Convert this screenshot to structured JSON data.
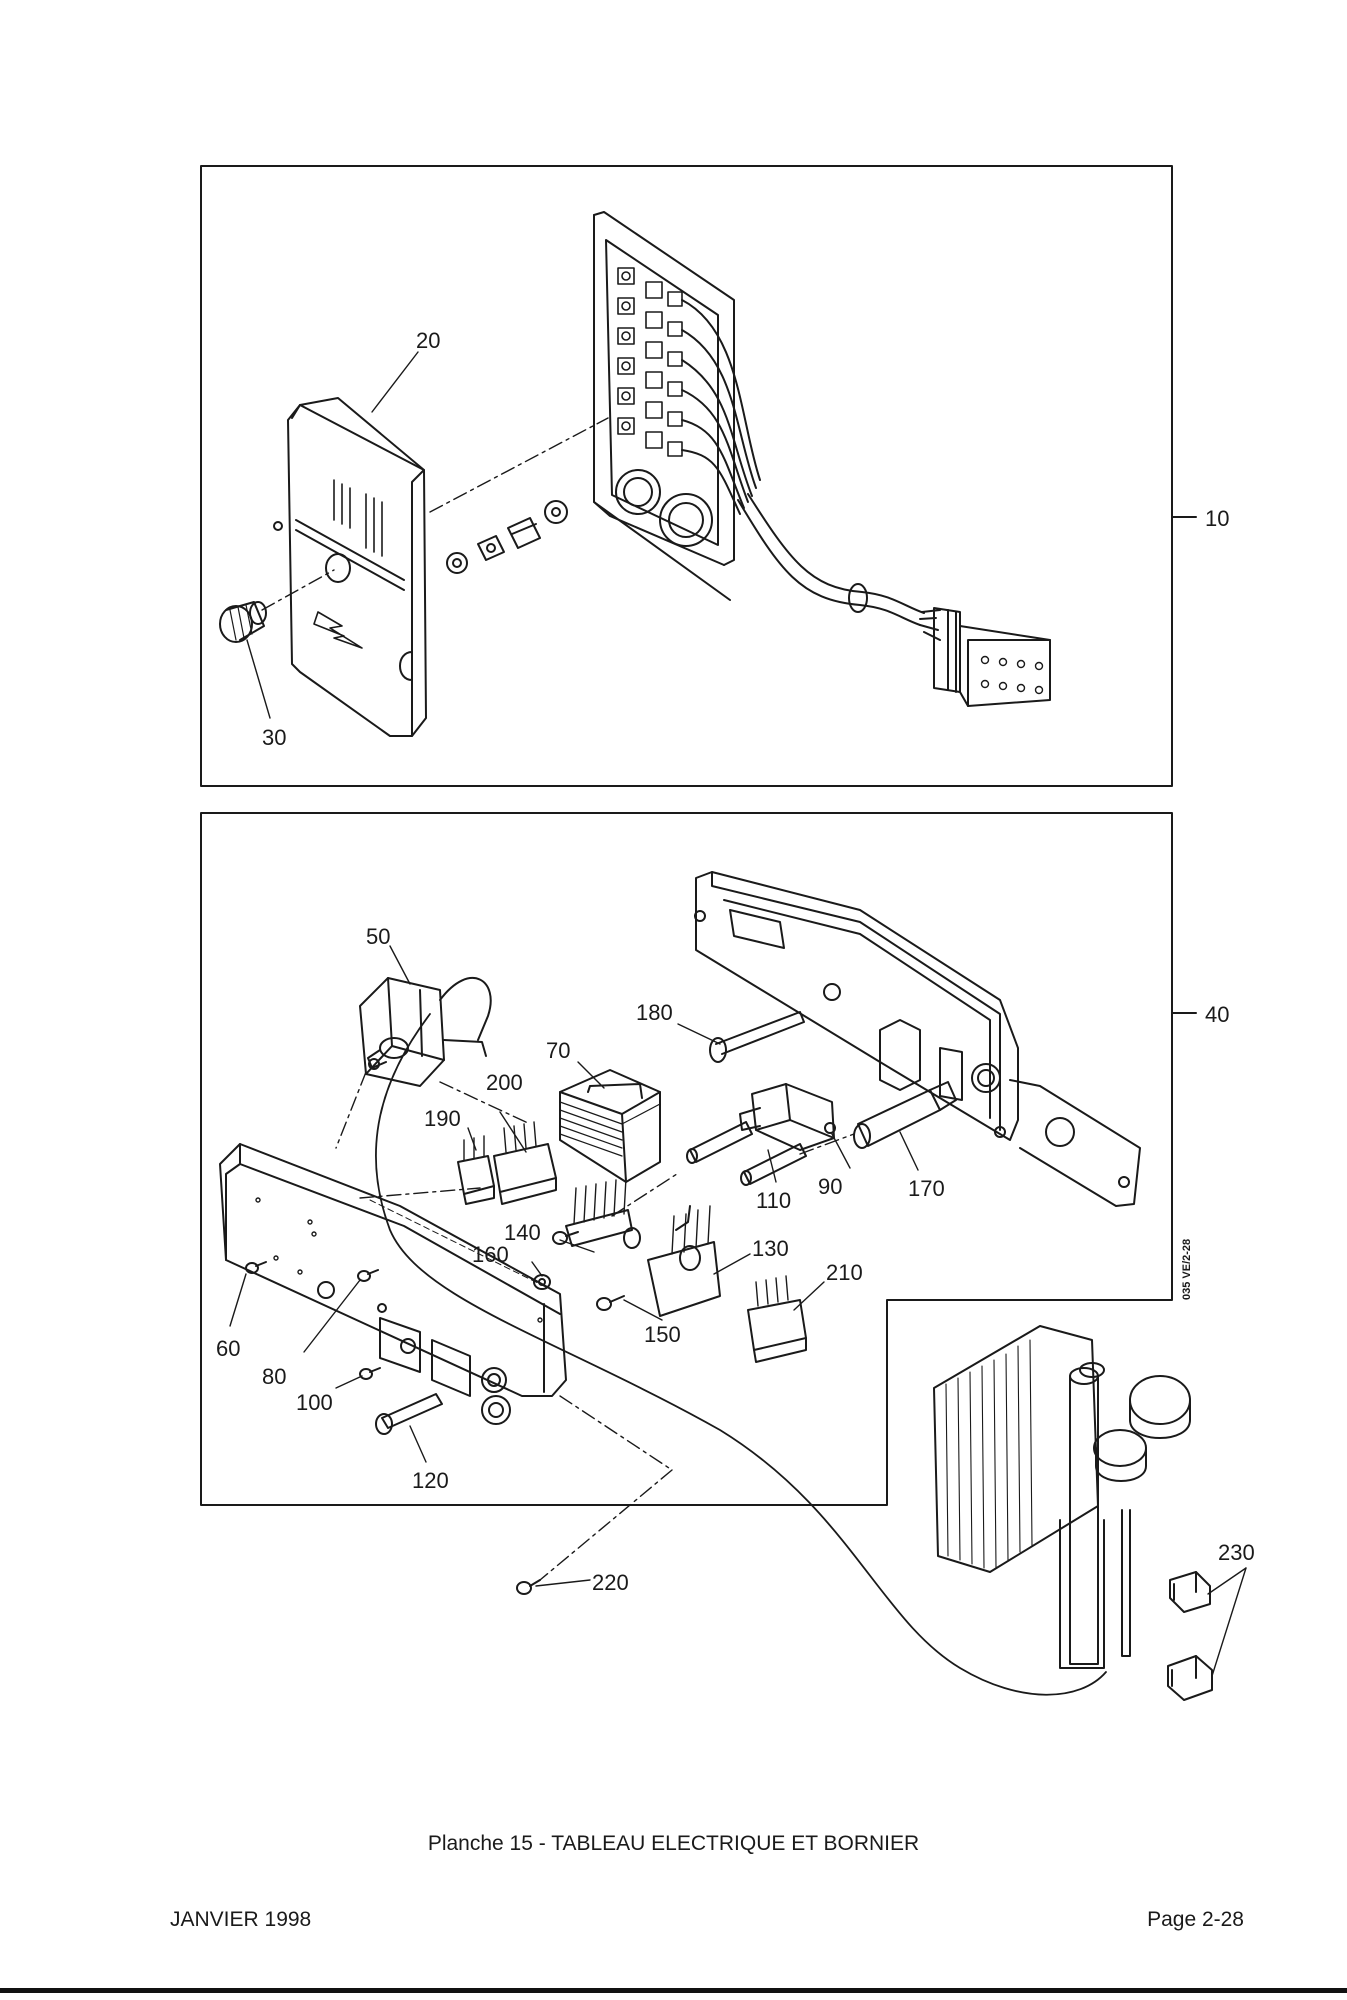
{
  "parts": {
    "p10": "10",
    "p20": "20",
    "p30": "30",
    "p40": "40",
    "p50": "50",
    "p60": "60",
    "p70": "70",
    "p80": "80",
    "p90": "90",
    "p100": "100",
    "p110": "110",
    "p120": "120",
    "p130": "130",
    "p140": "140",
    "p150": "150",
    "p160": "160",
    "p170": "170",
    "p180": "180",
    "p190": "190",
    "p200": "200",
    "p210": "210",
    "p220": "220",
    "p230": "230"
  },
  "drawing_code": "035 VE/2-28",
  "caption": "Planche 15 - TABLEAU ELECTRIQUE ET BORNIER",
  "footer": {
    "date": "JANVIER 1998",
    "page": "Page 2-28"
  }
}
